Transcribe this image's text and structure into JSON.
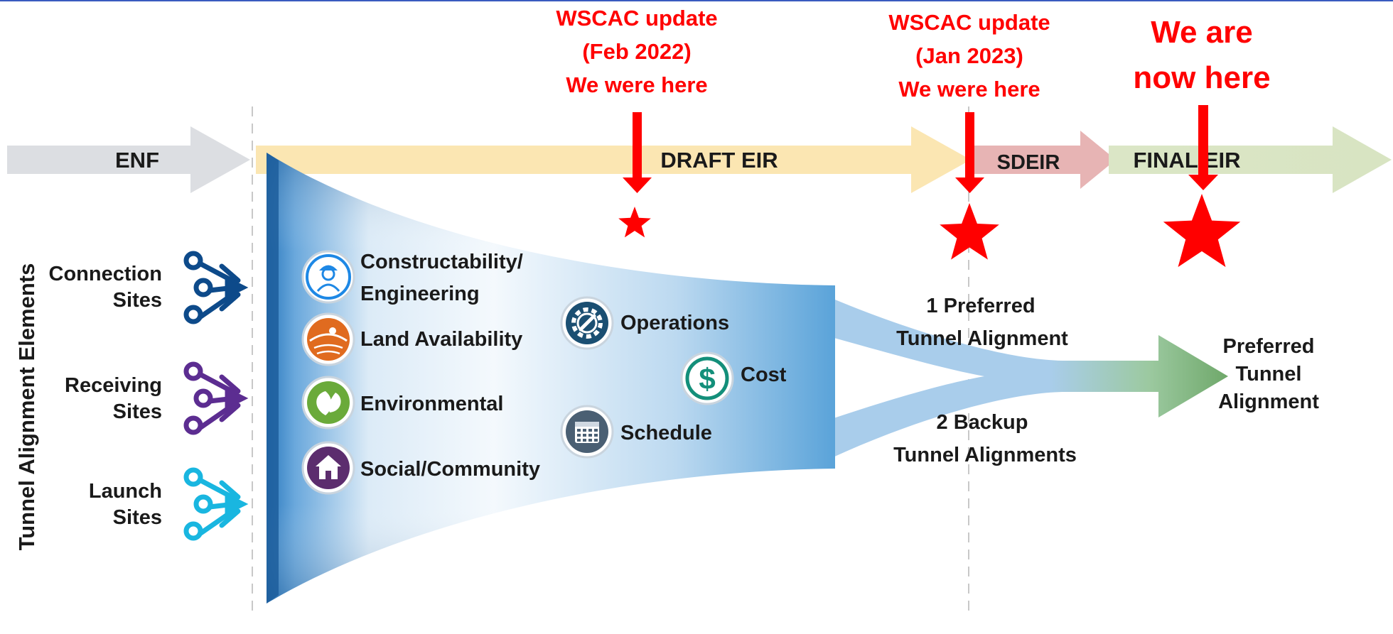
{
  "callouts": [
    {
      "lines": [
        "WSCAC update",
        "(Feb 2022)",
        "We were here"
      ]
    },
    {
      "lines": [
        "WSCAC update",
        "(Jan 2023)",
        "We were here"
      ]
    },
    {
      "lines": [
        "We are",
        "now here"
      ]
    }
  ],
  "phases": {
    "enf": "ENF",
    "draft_eir": "DRAFT EIR",
    "sdeir": "SDEIR",
    "final_eir": "FINAL EIR"
  },
  "side_title": "Tunnel Alignment Elements",
  "site_groups": [
    {
      "lines": [
        "Connection",
        "Sites"
      ],
      "icon": "connector-icon",
      "color": "#0d4a8a"
    },
    {
      "lines": [
        "Receiving",
        "Sites"
      ],
      "icon": "connector-icon",
      "color": "#5c2d91"
    },
    {
      "lines": [
        "Launch",
        "Sites"
      ],
      "icon": "connector-icon",
      "color": "#19b6e0"
    }
  ],
  "criteria": [
    {
      "lines": [
        "Constructability/",
        "Engineering"
      ],
      "icon": "engineer-icon",
      "color": "#1e88e5"
    },
    {
      "lines": [
        "Land Availability"
      ],
      "icon": "land-icon",
      "color": "#e06b1f"
    },
    {
      "lines": [
        "Environmental"
      ],
      "icon": "leaf-icon",
      "color": "#6aaa3a"
    },
    {
      "lines": [
        "Social/Community"
      ],
      "icon": "house-icon",
      "color": "#5c2d6e"
    },
    {
      "lines": [
        "Operations"
      ],
      "icon": "gear-wrench-icon",
      "color": "#1b4f72"
    },
    {
      "lines": [
        "Cost"
      ],
      "icon": "dollar-icon",
      "color": "#138f7a"
    },
    {
      "lines": [
        "Schedule"
      ],
      "icon": "calendar-icon",
      "color": "#4a5f73"
    }
  ],
  "outputs": {
    "preferred": [
      "1 Preferred",
      "Tunnel Alignment"
    ],
    "backup": [
      "2 Backup",
      "Tunnel Alignments"
    ],
    "final": [
      "Preferred",
      "Tunnel",
      "Alignment"
    ]
  },
  "colors": {
    "highlight": "#ff0000",
    "enf_arrow": "#dcdee2",
    "draft_arrow": "#fbe6b2",
    "sdeir_arrow": "#e7b4b4",
    "final_arrow": "#dbe6c6",
    "funnel": "#2f86c6",
    "output_arrow": "#6fa86a"
  }
}
